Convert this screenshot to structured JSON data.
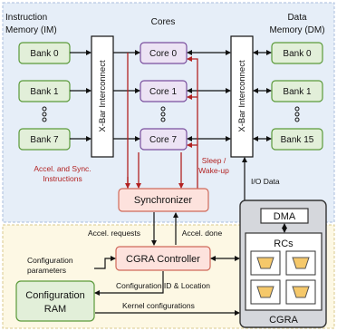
{
  "diagram": {
    "titles": {
      "im_line1": "Instruction",
      "im_line2": "Memory (IM)",
      "cores": "Cores",
      "dm_line1": "Data",
      "dm_line2": "Memory (DM)"
    },
    "im_banks": [
      "Bank 0",
      "Bank 1",
      "Bank 7"
    ],
    "dm_banks": [
      "Bank 0",
      "Bank 1",
      "Bank 15"
    ],
    "cores": [
      "Core 0",
      "Core 1",
      "Core 7"
    ],
    "xbar_label": "X-Bar Interconnect",
    "labels": {
      "accel_sync_1": "Accel. and Sync.",
      "accel_sync_2": "Instructions",
      "sleep_1": "Sleep /",
      "sleep_2": "Wake-up",
      "io_data": "I/O Data",
      "accel_requests": "Accel. requests",
      "accel_done": "Accel. done",
      "config_params_1": "Configuration",
      "config_params_2": "parameters",
      "config_id": "Configuration ID & Location",
      "kernel_configs": "Kernel configurations"
    },
    "blocks": {
      "synchronizer": "Synchronizer",
      "controller": "CGRA Controller",
      "config_ram_1": "Configuration",
      "config_ram_2": "RAM",
      "dma": "DMA",
      "rcs": "RCs",
      "cgra": "CGRA"
    },
    "colors": {
      "top_region": "#e6eef8",
      "bottom_region": "#fdf8e4",
      "green_fill": "#e2efd9",
      "green_stroke": "#5b9a3a",
      "purple_fill": "#ece3f4",
      "purple_stroke": "#7a4f9e",
      "red_fill": "#fde2dd",
      "red_stroke": "#d06a5a",
      "cgra_fill": "#d5d7dc",
      "cgra_stroke": "#333333",
      "rc_fill": "#f5c86a",
      "arrow_red": "#b22222"
    }
  }
}
